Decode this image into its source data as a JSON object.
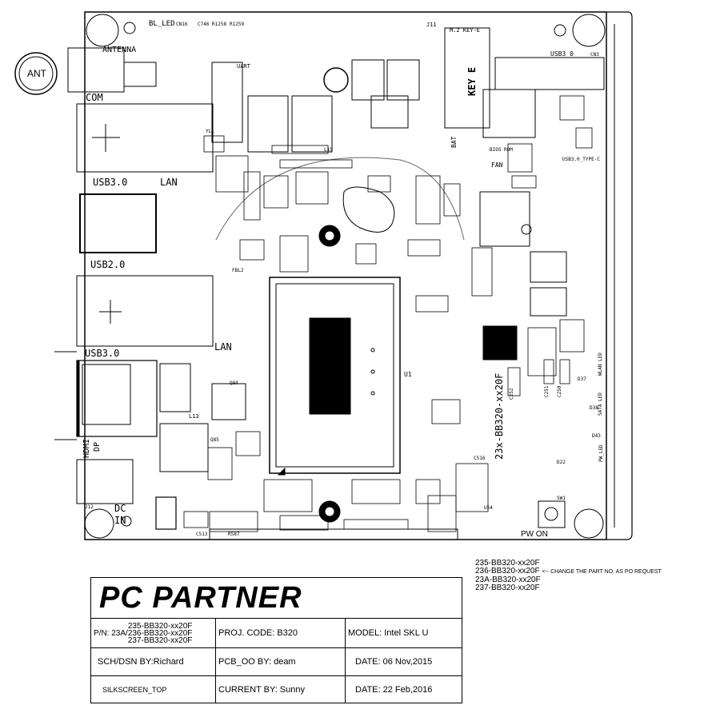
{
  "board": {
    "labels": {
      "bl_led": "BL_LED",
      "cn16": "CN16",
      "c746": "C746",
      "r1258": "R1258",
      "r1259": "R1259",
      "antenna": "ANTENNA",
      "ant": "ANT",
      "com": "COM",
      "uart": "UART",
      "usb30_lan": "USB3.0",
      "lan1": "LAN",
      "usb20": "USB2.0",
      "usb30_b": "USB3.0",
      "lan2": "LAN",
      "hdmi": "HDMI",
      "dp": "DP",
      "dc": "DC",
      "in": "IN",
      "j12": "J12",
      "usb30_top": "USB3 0",
      "cn3": "CN3",
      "m2": "M.2 KEY-E",
      "j11": "J11",
      "key_e": "KEY E",
      "bios_rom": "BIOS ROM",
      "fan": "FAN",
      "bat": "BAT",
      "usb_typec": "USB3.0_TYPE-C",
      "u1": "U1",
      "part_vertical": "23x-BB320-xx20F",
      "wlan_led": "WLAN LED",
      "sata_led": "SATA LED",
      "pw_led": "PW_LED",
      "pw_on": "PW ON",
      "sw1": "SW1",
      "d37": "D37",
      "d38": "D38",
      "d43": "D43",
      "d22": "D22",
      "c252": "C252",
      "c251": "C251",
      "c250": "C250",
      "c516": "C516",
      "c513": "C513",
      "r587": "R587",
      "l13": "L13",
      "l15": "L15",
      "yl1": "YL1",
      "fbl2": "FBL2",
      "q85": "Q85",
      "q94": "Q94",
      "u54": "U54"
    }
  },
  "part_note": {
    "parts": [
      "235-BB320-xx20F",
      "236-BB320-xx20F",
      "23A-BB320-xx20F",
      "237-BB320-xx20F"
    ],
    "comment": "<-- CHANGE THE PART NO. AS PO REQUEST"
  },
  "title_block": {
    "logo": "PC PARTNER",
    "pn_label": "P/N: 23A/",
    "pn_lines": [
      "235-BB320-xx20F",
      "236-BB320-xx20F",
      "237-BB320-xx20F"
    ],
    "proj_code": "PROJ. CODE:    B320",
    "model": "MODEL: Intel SKL U",
    "sch_dsn": "SCH/DSN BY:Richard",
    "pcb_oo": "PCB_OO BY: deam",
    "date1": "DATE:   06 Nov,2015",
    "silkscreen": "SILKSCREEN_TOP",
    "current_by": "CURRENT BY: Sunny",
    "date2": "DATE:   22 Feb,2016"
  }
}
